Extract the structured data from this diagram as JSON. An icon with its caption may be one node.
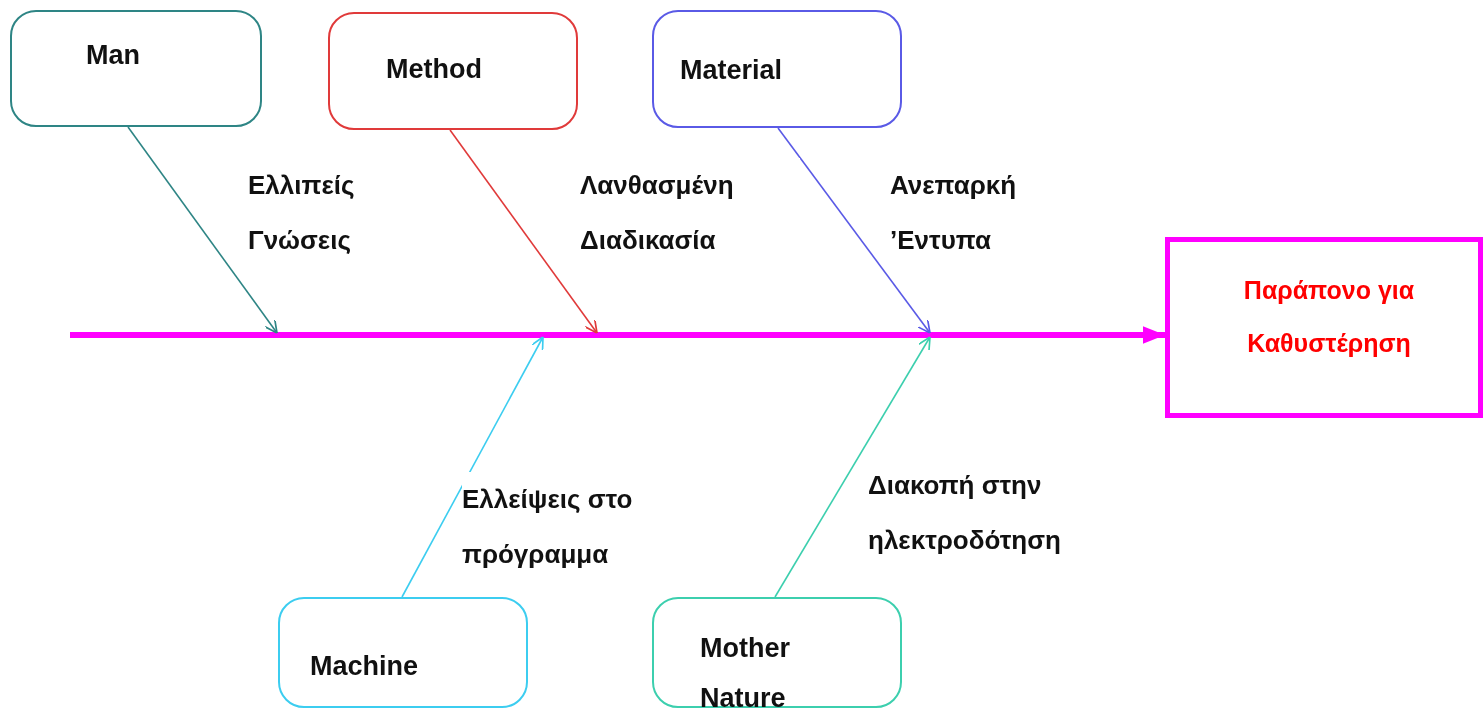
{
  "diagram": {
    "nodes": [
      {
        "text": [
          "Man"
        ]
      },
      {
        "text": [
          "Method"
        ]
      },
      {
        "text": [
          "Material"
        ]
      },
      {
        "text": [
          "Machine"
        ]
      },
      {
        "text": [
          "Mother Nature"
        ]
      },
      {
        "text": [
          "Παράπονο για Καθυστέρηση"
        ]
      }
    ],
    "edges": [
      {
        "from": null,
        "to": 5,
        "arrow": "to",
        "style": "thick",
        "color": "#ff00ff"
      },
      {
        "from": 0,
        "to": null,
        "arrow": "to",
        "label": "Ελλιπείς Γνώσεις",
        "color": "#2e8585"
      },
      {
        "from": 1,
        "to": null,
        "arrow": "to",
        "label": "Λανθασμένη Διαδικασία",
        "color": "#e03a3a"
      },
      {
        "from": 2,
        "to": null,
        "arrow": "to",
        "label": "Ανεπαρκή ’Εντυπα",
        "color": "#5a5ae6"
      },
      {
        "from": 3,
        "to": null,
        "arrow": "to",
        "label": "Ελλείψεις στο πρόγραμμα",
        "color": "#3ccdf0"
      },
      {
        "from": 4,
        "to": null,
        "arrow": "to",
        "label": "Διακοπή στην ηλεκτροδότηση",
        "color": "#3ccfae"
      }
    ]
  }
}
